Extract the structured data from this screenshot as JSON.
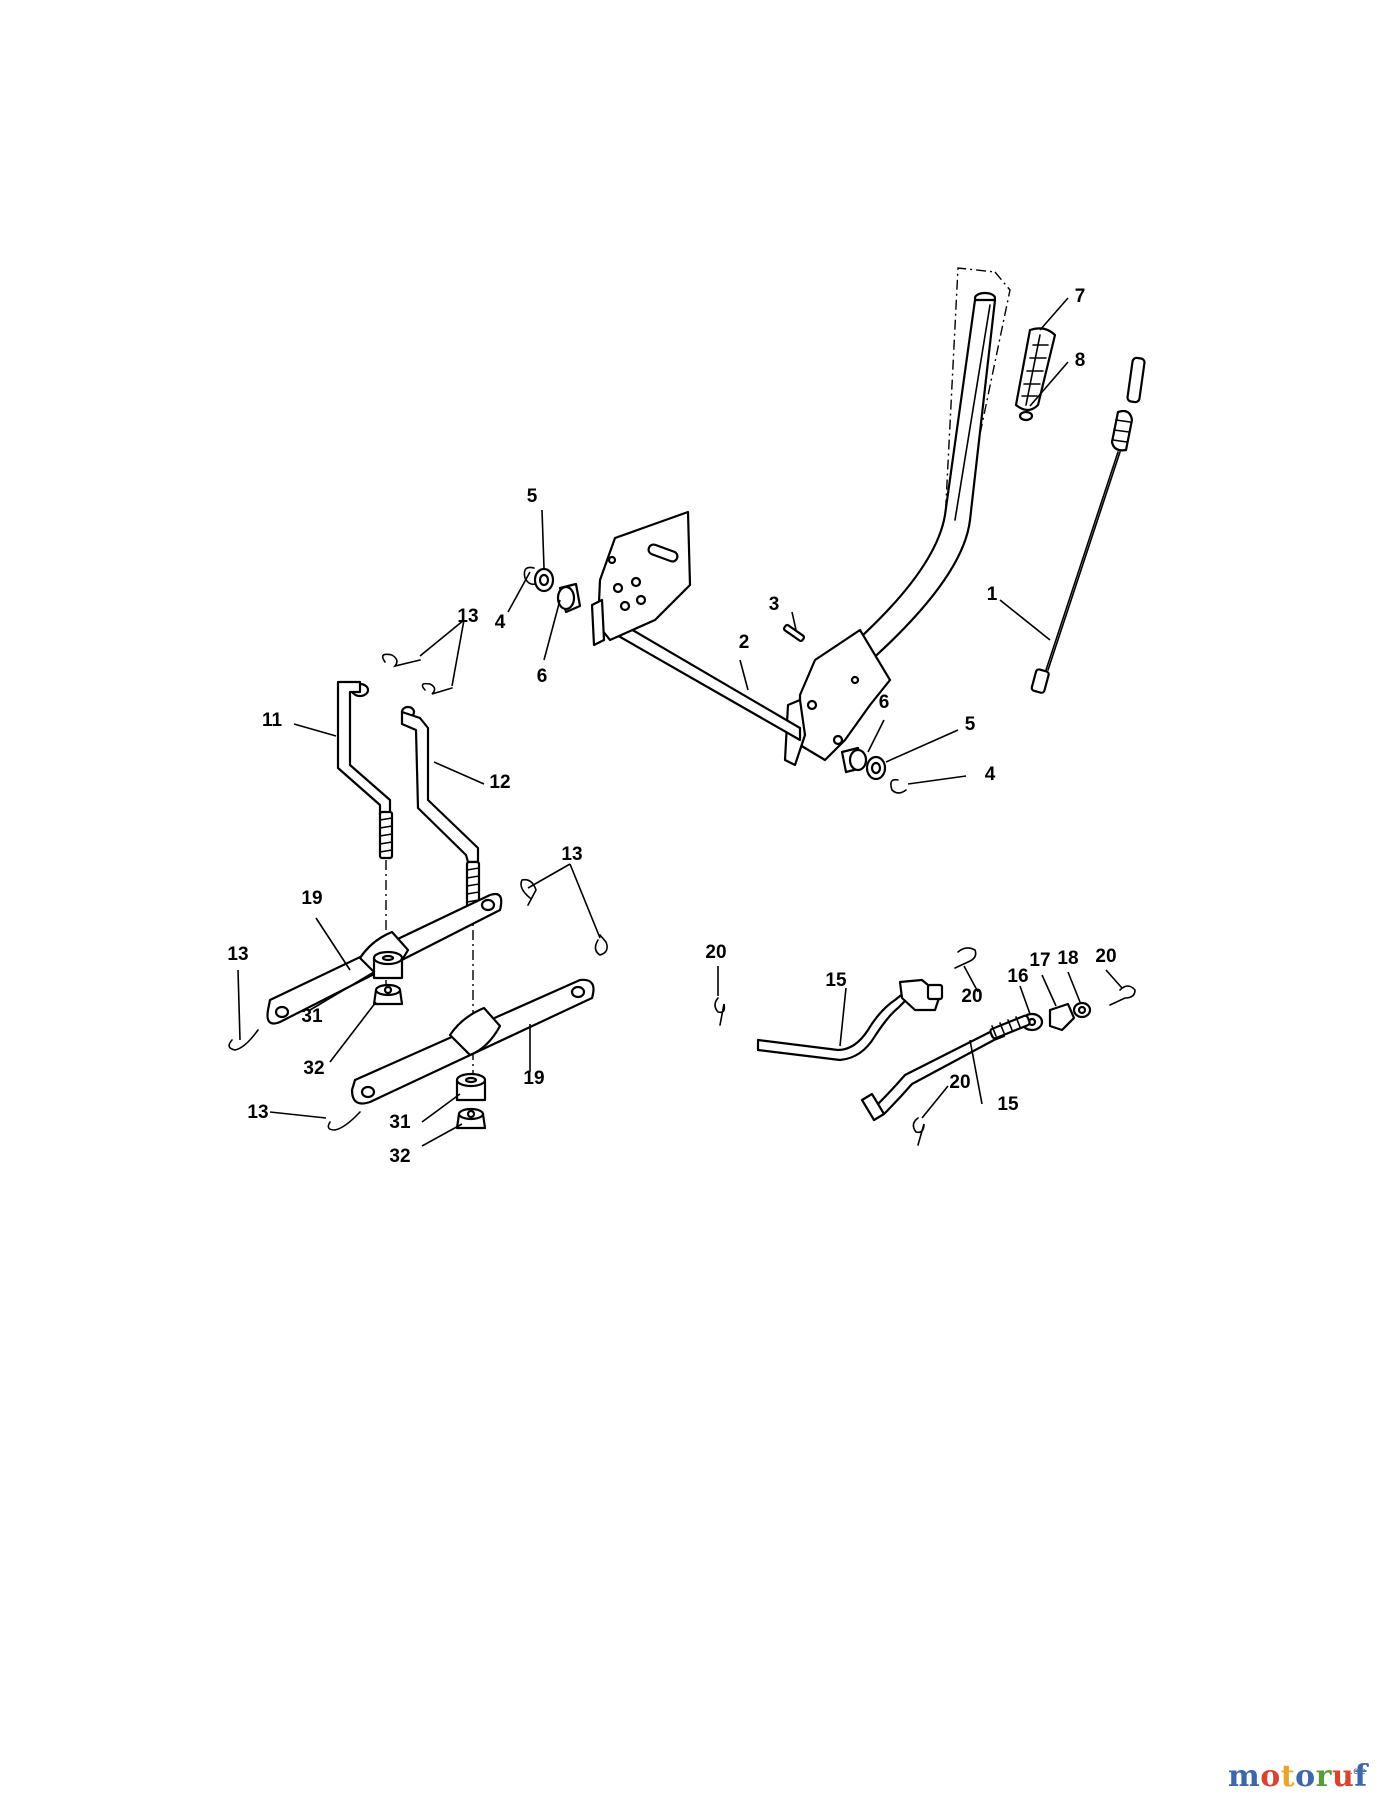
{
  "callouts": {
    "c1": "1",
    "c2": "2",
    "c3": "3",
    "c4a": "4",
    "c4b": "4",
    "c5a": "5",
    "c5b": "5",
    "c6a": "6",
    "c6b": "6",
    "c7": "7",
    "c8": "8",
    "c11": "11",
    "c12": "12",
    "c13a": "13",
    "c13b": "13",
    "c13c": "13",
    "c13d": "13",
    "c15a": "15",
    "c15b": "15",
    "c16": "16",
    "c17": "17",
    "c18": "18",
    "c19a": "19",
    "c19b": "19",
    "c20a": "20",
    "c20b": "20",
    "c20c": "20",
    "c20d": "20",
    "c31a": "31",
    "c31b": "31",
    "c32a": "32",
    "c32b": "32"
  },
  "watermark": {
    "letters": [
      "m",
      "o",
      "t",
      "o",
      "r",
      "u",
      "f"
    ],
    "letter_colors": [
      "#3e67a8",
      "#d64530",
      "#e8a628",
      "#3e67a8",
      "#5a9a3a",
      "#d64530",
      "#3e67a8"
    ],
    "suffix": ".de"
  }
}
